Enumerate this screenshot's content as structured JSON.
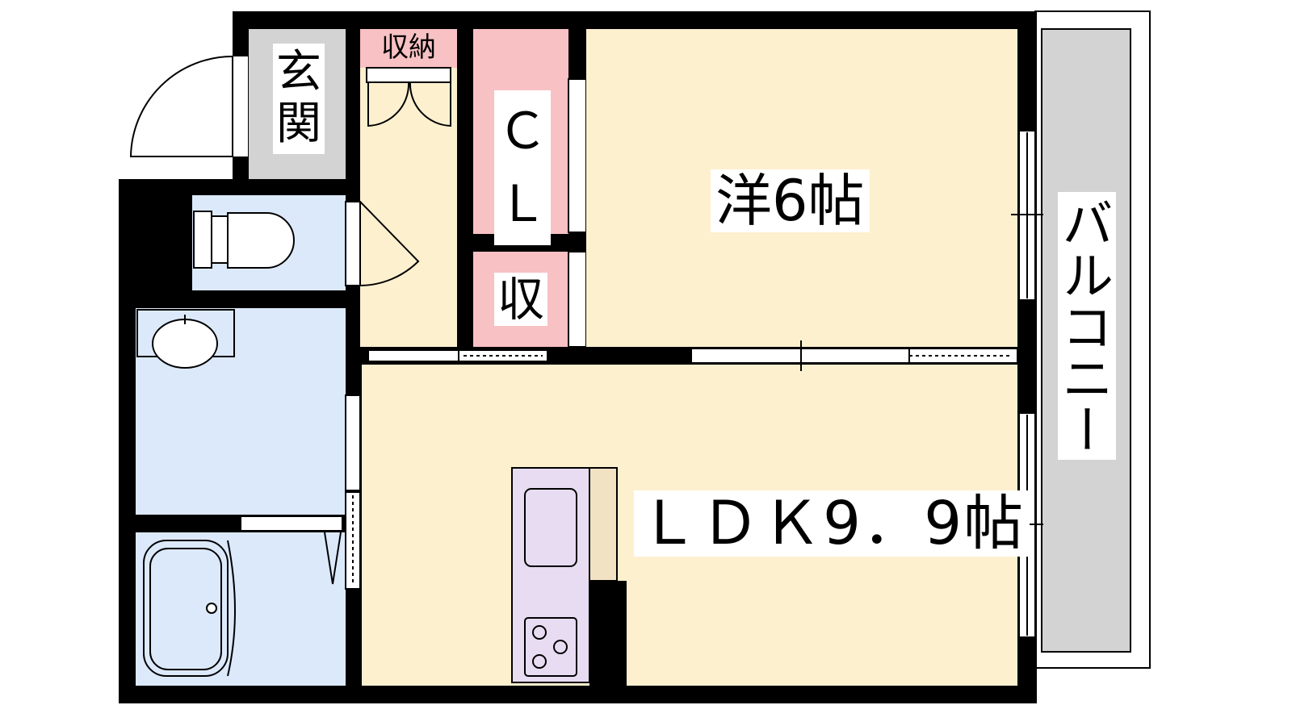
{
  "rooms": {
    "genkan": "玄関",
    "storage_small": "収納",
    "closet": "ＣＬ",
    "storage": "収",
    "western_room": "洋6帖",
    "ldk": "ＬＤＫ9．9帖",
    "balcony": "バルコニー"
  },
  "colors": {
    "wall": "#000000",
    "living_floor": "#fdf0cf",
    "wet_area": "#dce9fb",
    "closet": "#f8c1c4",
    "genkan_floor": "#d3d3d3",
    "balcony": "#d3d3d3",
    "kitchen": "#e7dcf2",
    "counter": "#f1e2c4"
  }
}
